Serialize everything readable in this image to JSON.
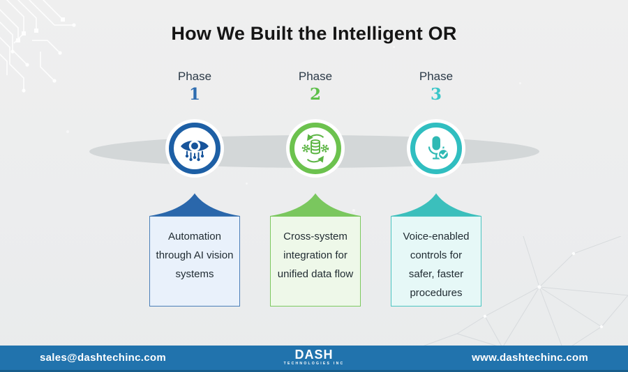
{
  "title": "How We Built the Intelligent OR",
  "phases": [
    {
      "label": "Phase",
      "number": "1",
      "description": "Automation through AI vision systems",
      "icon": "ai-vision-eye-icon",
      "accent_color": "#1d5fa5",
      "number_color": "#2e6cb0",
      "arrow_color": "#2a67ab",
      "box_bg": "#e9f1fb",
      "box_border": "#4a7fb8"
    },
    {
      "label": "Phase",
      "number": "2",
      "description": "Cross-system integration for unified data flow",
      "icon": "data-integration-sync-icon",
      "accent_color": "#6cc24e",
      "number_color": "#5dbf49",
      "arrow_color": "#7ac75e",
      "box_bg": "#eef8e9",
      "box_border": "#7cc95f"
    },
    {
      "label": "Phase",
      "number": "3",
      "description": "Voice-enabled controls for safer, faster procedures",
      "icon": "voice-control-mic-icon",
      "accent_color": "#30bec0",
      "number_color": "#3ac6c8",
      "arrow_color": "#3bbfbc",
      "box_bg": "#e6f8f7",
      "box_border": "#4cc5c1"
    }
  ],
  "timeline_band_color": "#d3d7d8",
  "background_color": "#ecedee",
  "decorations": {
    "top_left": "circuit-board-pattern",
    "bottom_right": "polygon-mesh-pattern"
  },
  "footer": {
    "bar_color": "#2173ad",
    "email": "sales@dashtechinc.com",
    "website": "www.dashtechinc.com",
    "logo_title": "DASH",
    "logo_subtitle": "TECHNOLOGIES INC"
  }
}
